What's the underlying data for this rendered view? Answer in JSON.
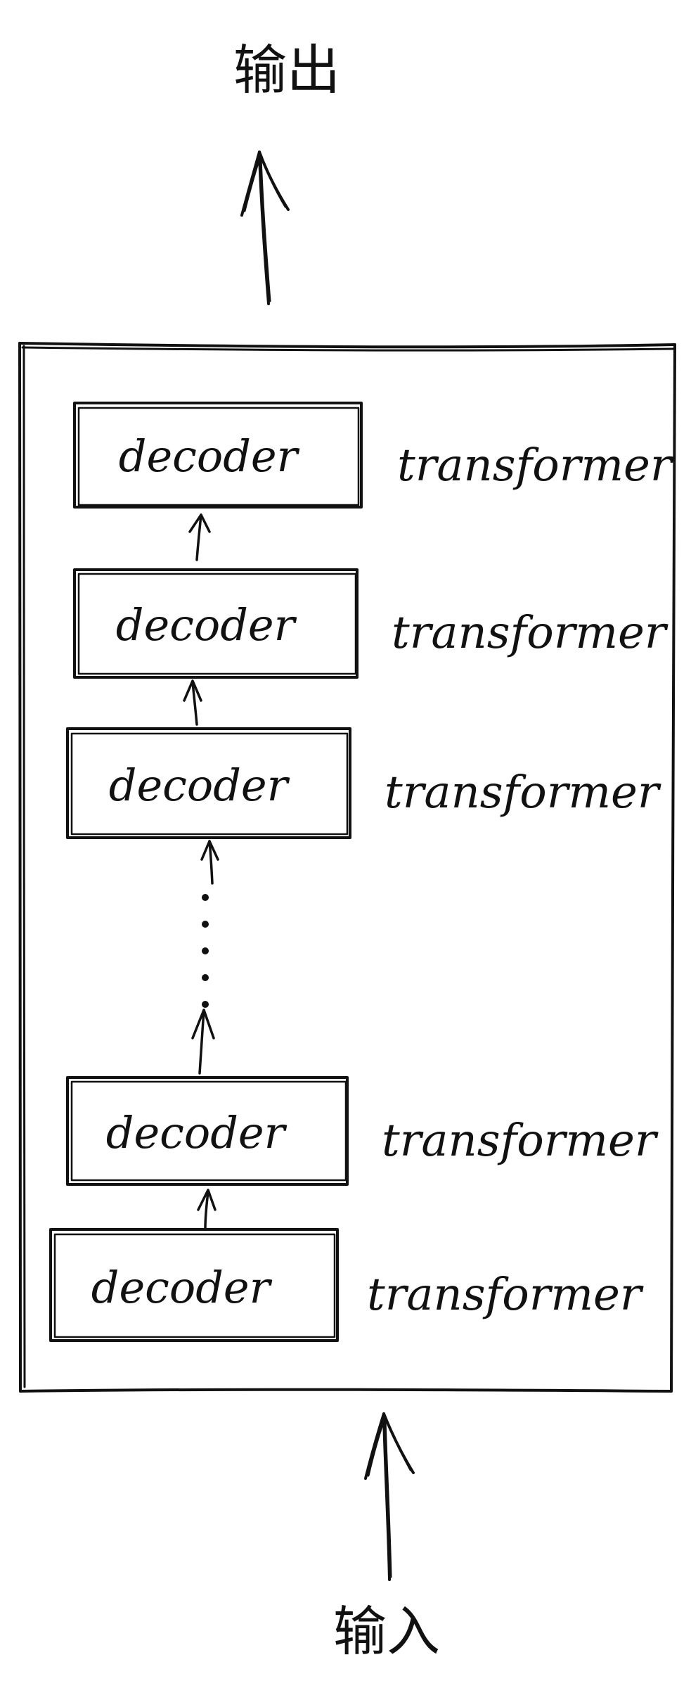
{
  "output_label": "输出",
  "input_label": "输入",
  "ellipsis": "· · · · · ·",
  "layers": [
    {
      "block_label": "decoder",
      "side_label": "transformer"
    },
    {
      "block_label": "decoder",
      "side_label": "transformer"
    },
    {
      "block_label": "decoder",
      "side_label": "transformer"
    },
    {
      "block_label": "decoder",
      "side_label": "transformer"
    },
    {
      "block_label": "decoder",
      "side_label": "transformer"
    }
  ]
}
